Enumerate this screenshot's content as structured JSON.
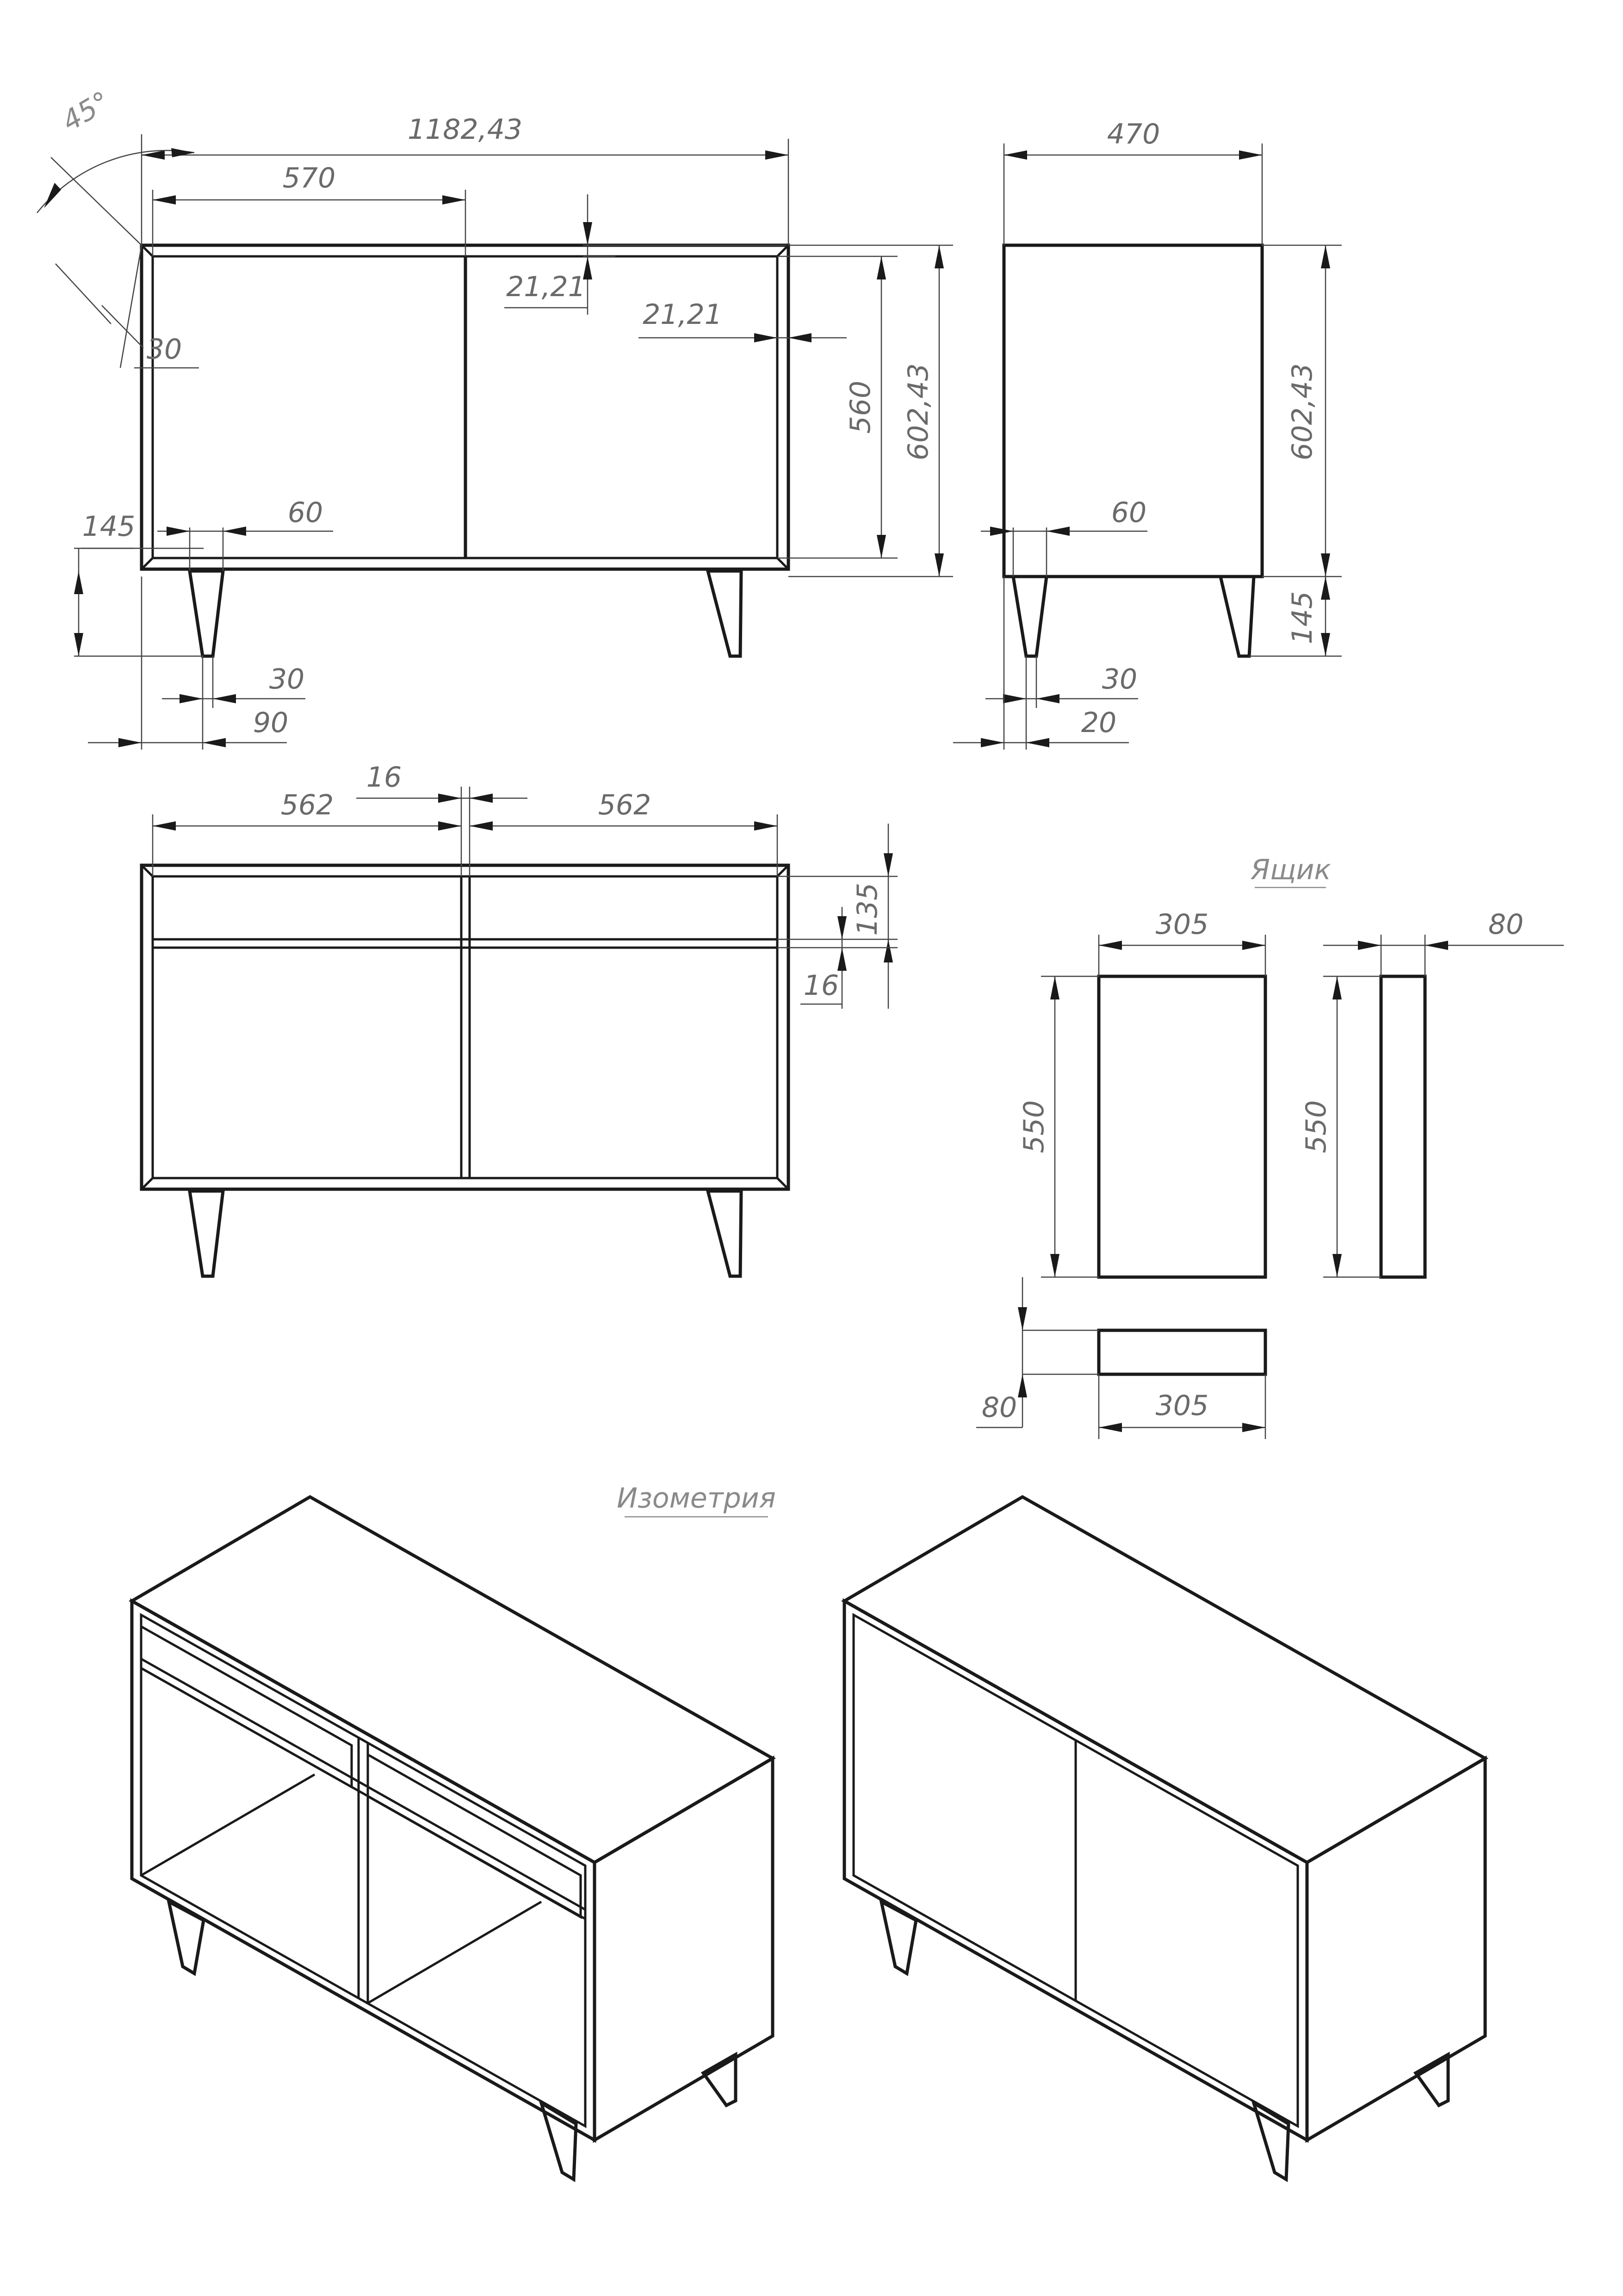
{
  "dimensions": {
    "overall_width": "1182,43",
    "door_width": "570",
    "angle": "45°",
    "frame_offset_top": "21,21",
    "frame_offset_side": "21,21",
    "chamfer": "30",
    "inner_height": "560",
    "overall_height": "602,43",
    "leg_height": "145",
    "leg_top_width": "60",
    "leg_bottom_width": "30",
    "leg_inset": "90",
    "side_depth": "470",
    "side_height": "602,43",
    "side_leg_height": "145",
    "side_leg_top_width": "60",
    "side_leg_bottom_width": "30",
    "side_leg_inset": "20",
    "section_width_left": "562",
    "partition": "16",
    "section_width_right": "562",
    "drawer_height": "135",
    "shelf_thickness": "16",
    "drawer_front_width": "305",
    "drawer_front_height": "550",
    "drawer_side_width": "80",
    "drawer_side_height": "550",
    "drawer_bottom_width": "305",
    "drawer_bottom_height": "80"
  },
  "labels": {
    "drawer_title": "Ящик",
    "isometry_title": "Изометрия"
  }
}
